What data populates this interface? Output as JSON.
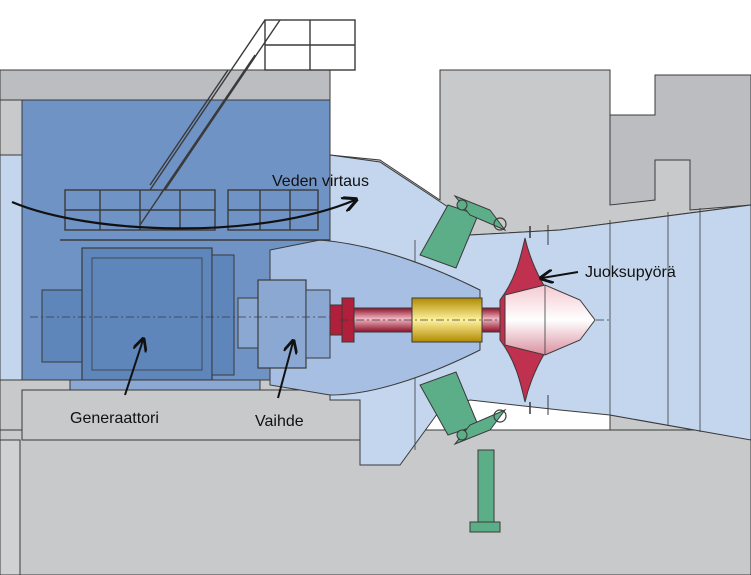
{
  "labels": {
    "water_flow": "Veden virtaus",
    "runner": "Juoksupyörä",
    "generator": "Generaattori",
    "gearbox": "Vaihde"
  },
  "colors": {
    "concrete": "#c8c9cb",
    "concrete_dark": "#b4b5b8",
    "water_light": "#c4d6ee",
    "water_dark": "#6f93c4",
    "water_mid": "#a6bfe2",
    "guide_vane": "#5cae88",
    "runner": "#c0304f",
    "shaft": "#b0203a",
    "coupling": "#e8c020",
    "outline": "#3a3a3a"
  }
}
